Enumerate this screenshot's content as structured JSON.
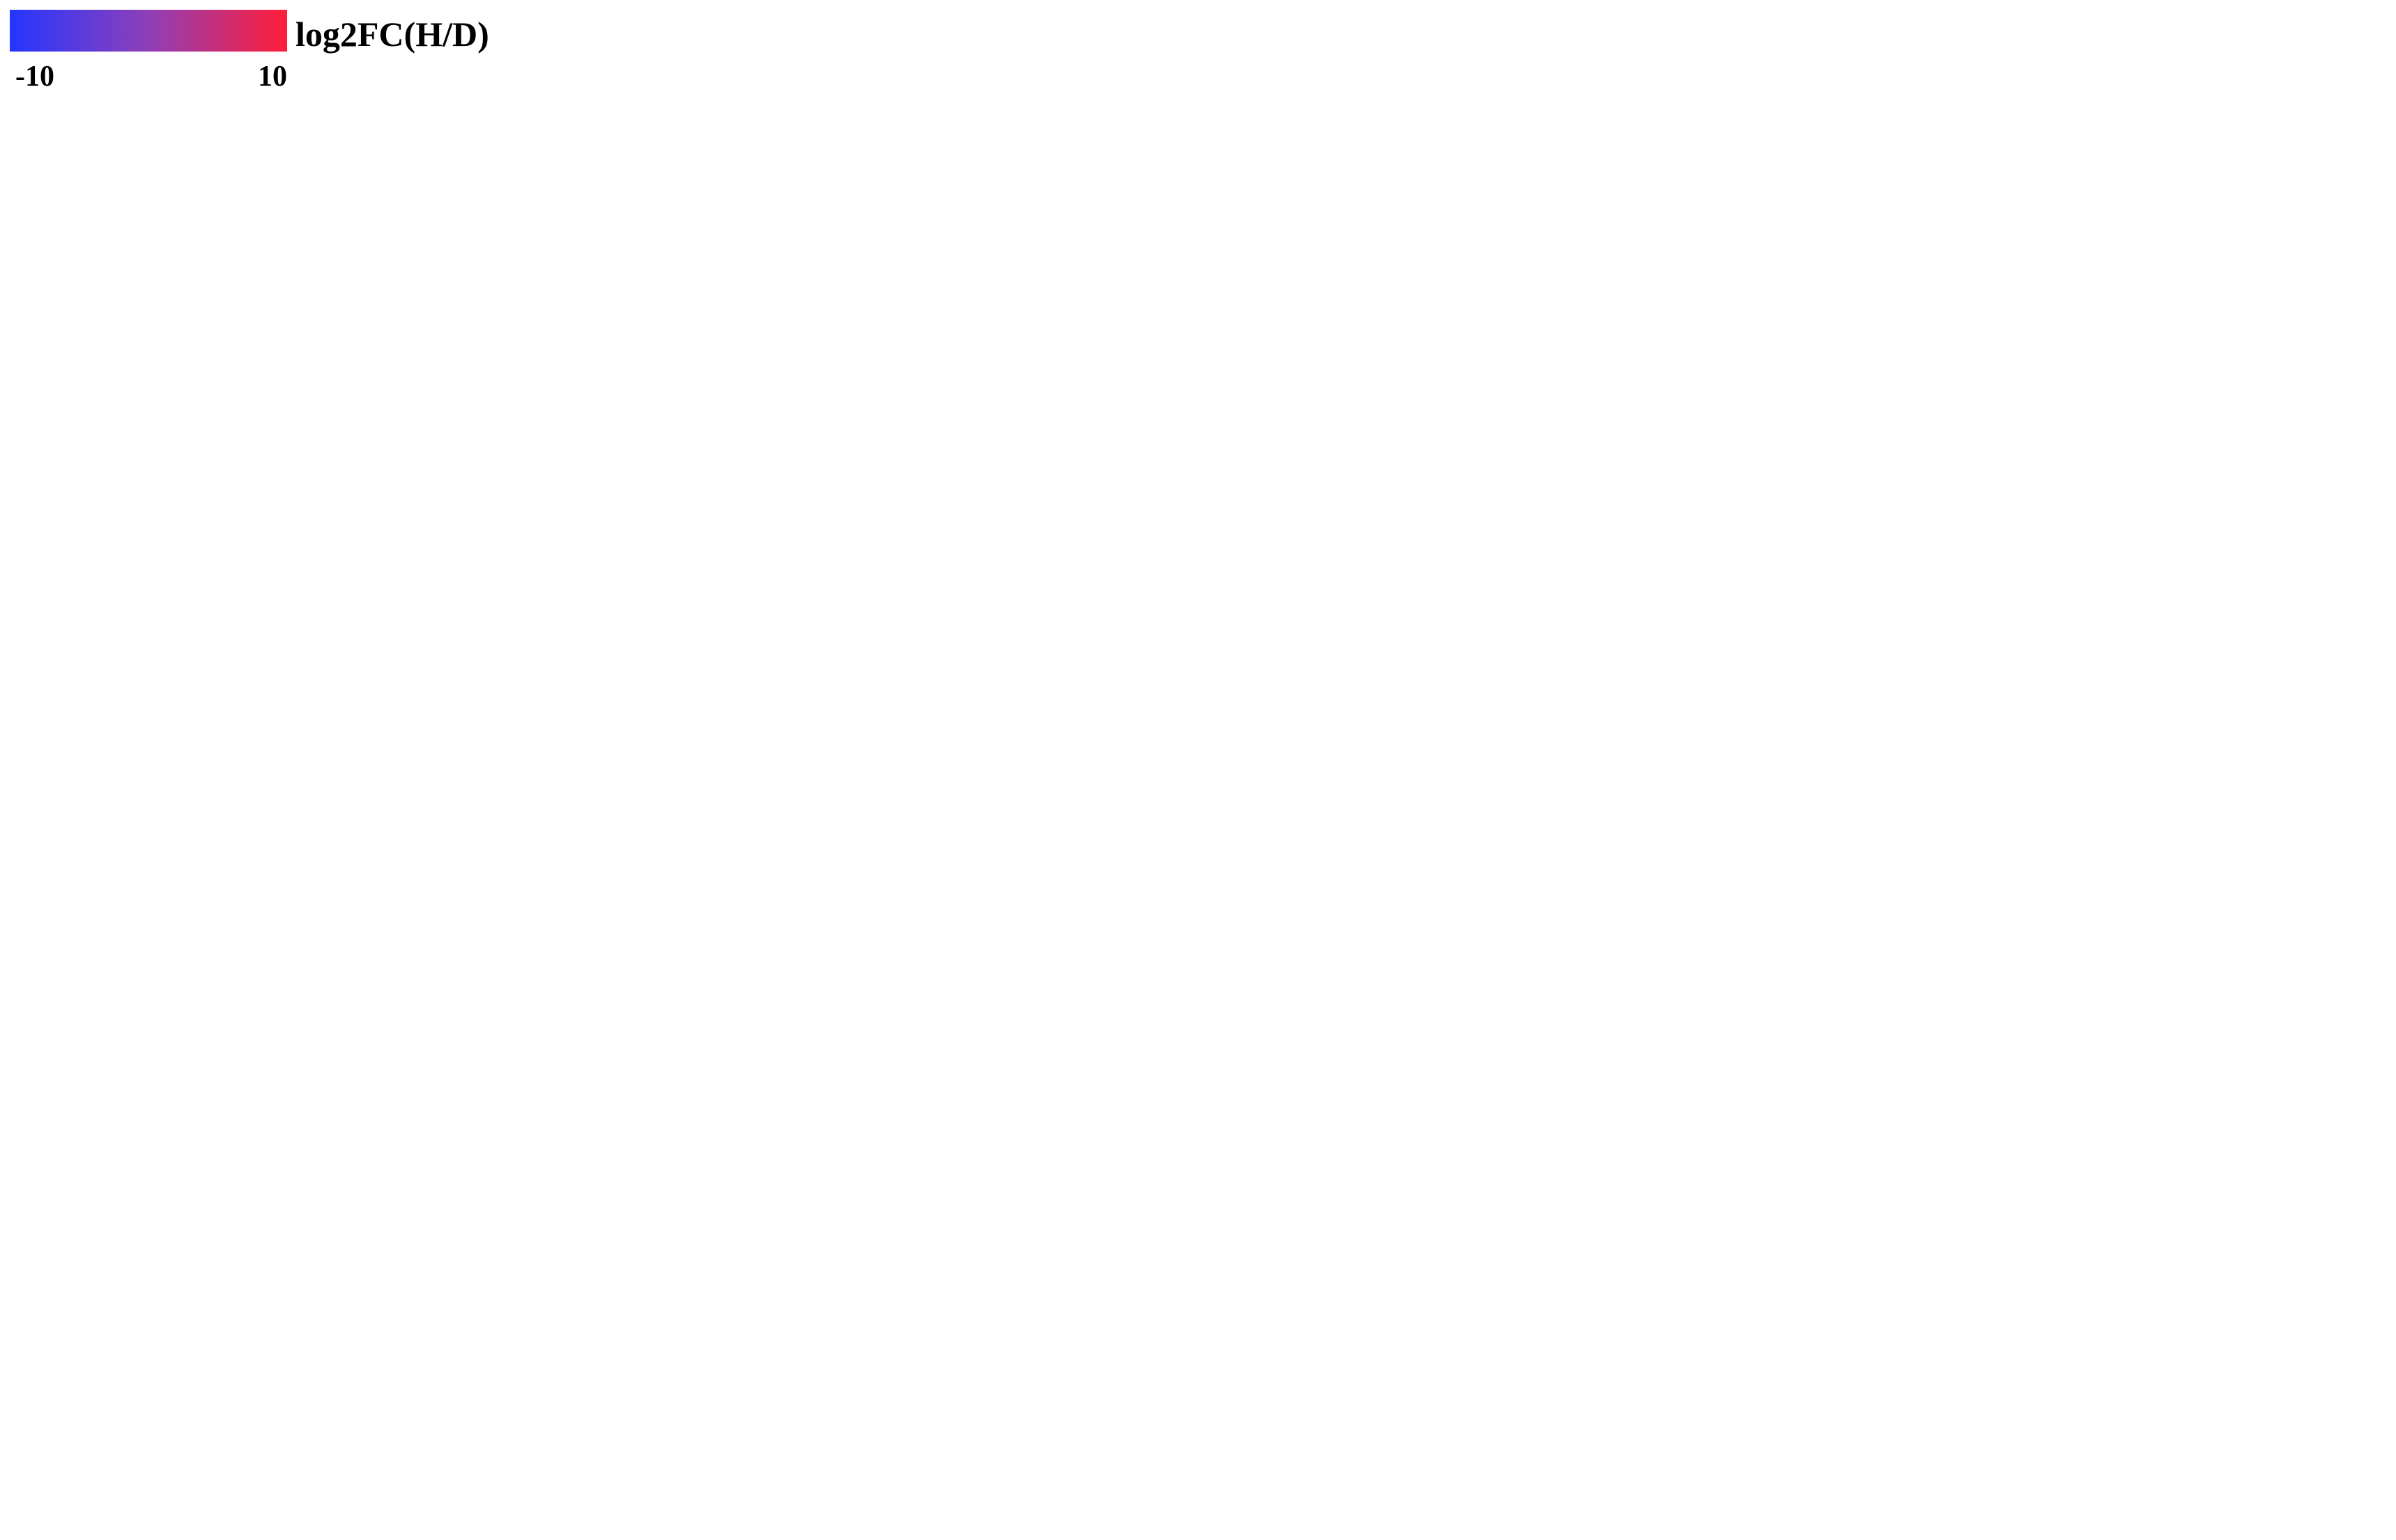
{
  "legend": {
    "title": "log2FC(H/D)",
    "min_label": "-10",
    "max_label": "10",
    "colors": {
      "low": "#2436ff",
      "mid": "#8f3fb8",
      "high": "#ff1e3a"
    }
  },
  "edge_colors": {
    "faint": "#bdbdbd",
    "strong": "#5fbdc4",
    "strong_dark": "#5a9aa0"
  },
  "nodes": []
}
